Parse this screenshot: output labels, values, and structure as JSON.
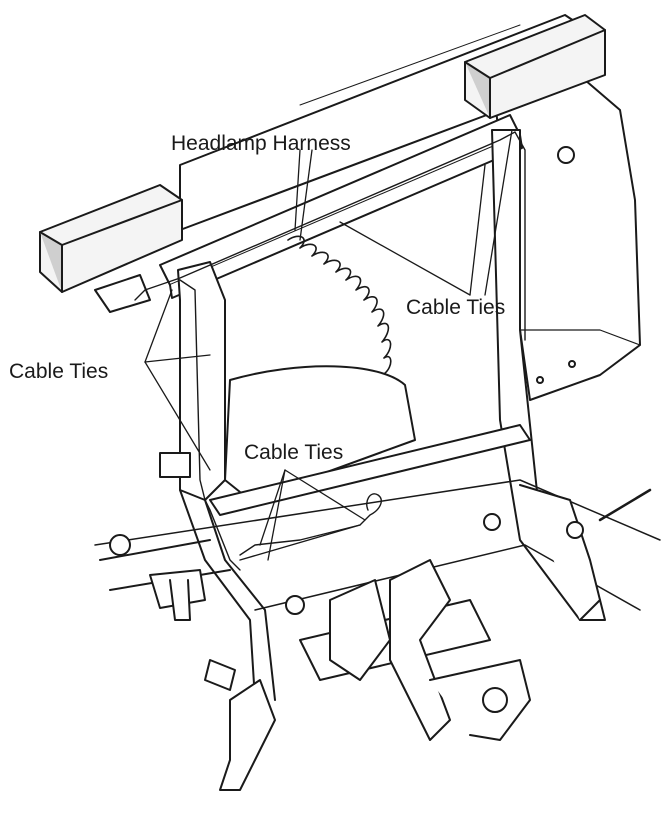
{
  "labels": {
    "headlamp_harness": "Headlamp Harness",
    "cable_ties_right": "Cable Ties",
    "cable_ties_left": "Cable Ties",
    "cable_ties_center": "Cable Ties"
  },
  "colors": {
    "line": "#1a1a1a",
    "lamp_face": "#f4f4f4",
    "lamp_side": "#cfcfcf",
    "background": "#ffffff"
  }
}
